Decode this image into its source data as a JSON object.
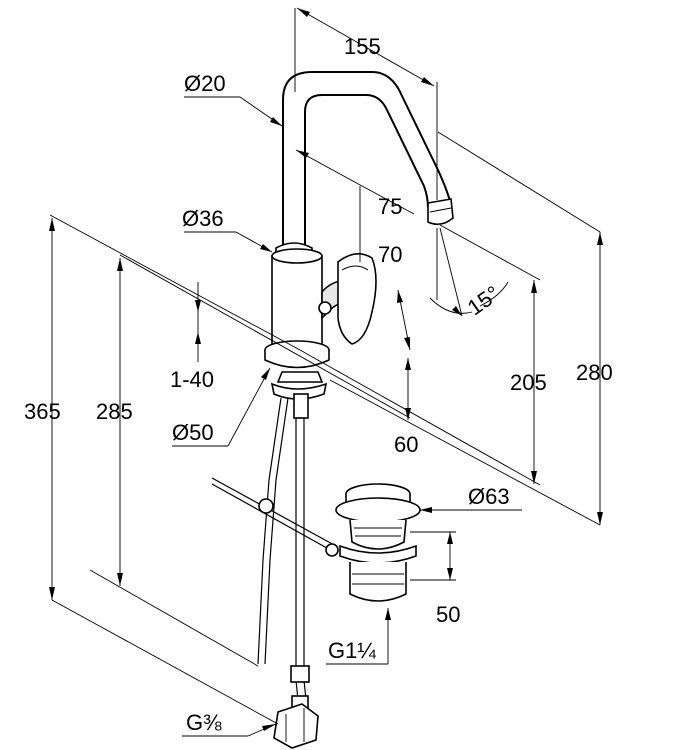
{
  "colors": {
    "line": "#000000",
    "background": "#ffffff",
    "shade": "#e6e6e6"
  },
  "dimensions": {
    "spout_reach": "155",
    "spout_diameter": "Ø20",
    "spout_offset": "75",
    "body_diameter": "Ø36",
    "lever_height": "70",
    "swivel_angle": "15°",
    "deck_thickness": "1-40",
    "base_diameter": "Ø50",
    "base_height": "60",
    "total_height_left": "365",
    "height_left": "285",
    "outlet_height": "205",
    "total_height_right": "280",
    "waste_diameter": "Ø63",
    "waste_height": "50",
    "waste_thread": "G1¼",
    "supply_thread": "G⅜"
  }
}
